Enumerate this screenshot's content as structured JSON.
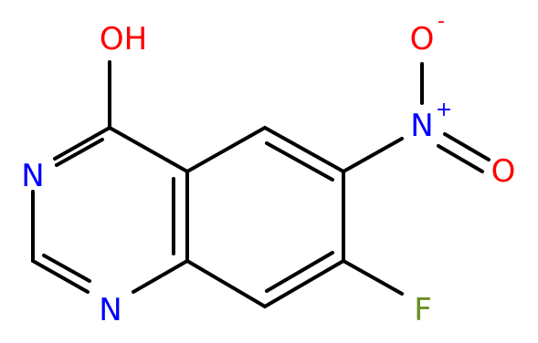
{
  "molecule": {
    "atoms": {
      "hydroxyl": {
        "text": "OH",
        "color": "#ff0000"
      },
      "n3": {
        "text": "N",
        "color": "#0000ff"
      },
      "n1": {
        "text": "N",
        "color": "#0000ff"
      },
      "nitro_n": {
        "text": "N",
        "color": "#0000ff"
      },
      "nitro_n_charge": {
        "text": "+",
        "color": "#0000ff"
      },
      "nitro_o_top": {
        "text": "O",
        "color": "#ff0000"
      },
      "nitro_o_top_charge": {
        "text": "-",
        "color": "#ff0000"
      },
      "nitro_o_right": {
        "text": "O",
        "color": "#ff0000"
      },
      "fluorine": {
        "text": "F",
        "color": "#6b8e23"
      }
    },
    "bond_color": "#000000"
  }
}
